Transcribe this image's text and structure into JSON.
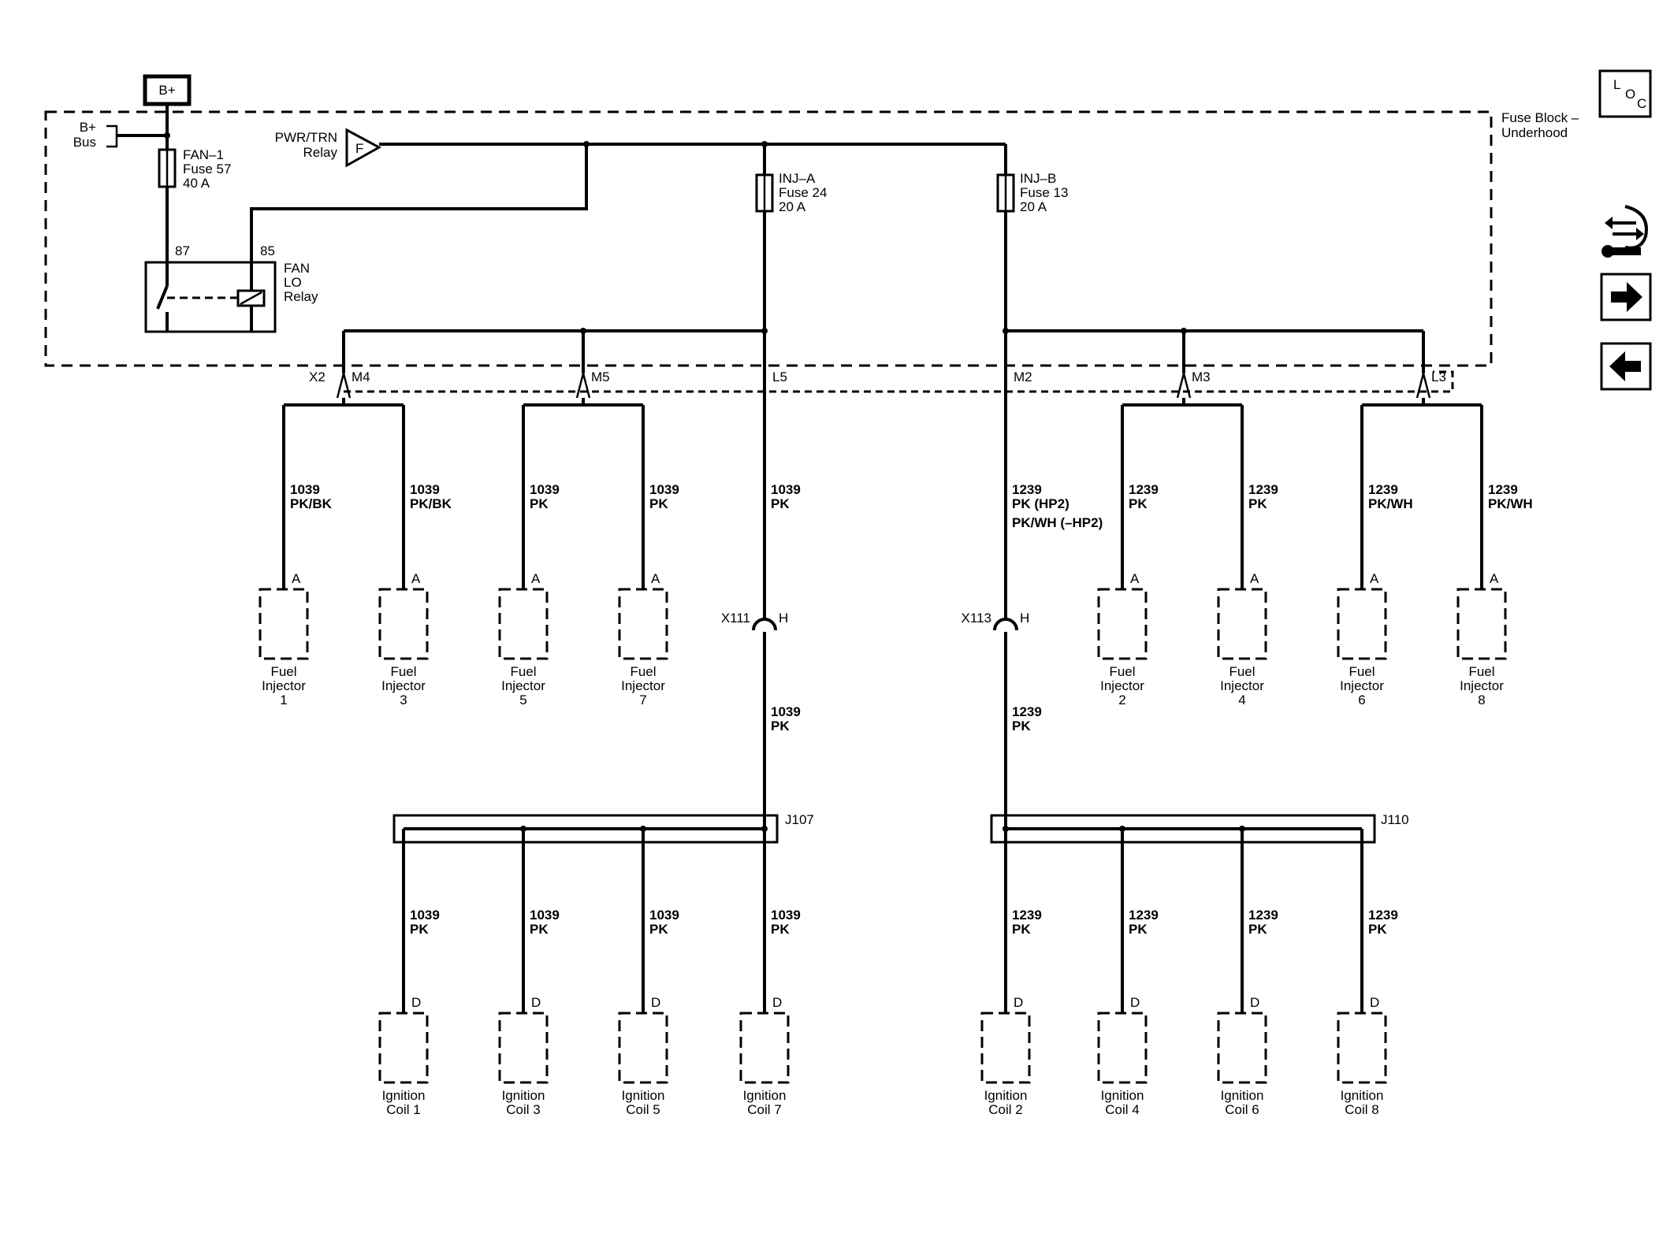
{
  "power_label": "B+",
  "fuse_block": {
    "line1": "Fuse Block –",
    "line2": "Underhood"
  },
  "bplus_bus": {
    "line1": "B+",
    "line2": "Bus"
  },
  "fuses": [
    {
      "line1": "FAN–1",
      "line2": "Fuse 57",
      "line3": "40 A"
    },
    {
      "line1": "INJ–A",
      "line2": "Fuse 24",
      "line3": "20 A"
    },
    {
      "line1": "INJ–B",
      "line2": "Fuse 13",
      "line3": "20 A"
    }
  ],
  "pwr_relay": {
    "line1": "PWR/TRN",
    "line2": "Relay",
    "symbol": "F"
  },
  "fan_relay": {
    "line1": "FAN",
    "line2": "LO",
    "line3": "Relay",
    "pin_87": "87",
    "pin_85": "85"
  },
  "connector_x2": "X2",
  "pins": [
    "M4",
    "M5",
    "L5",
    "M2",
    "M3",
    "L3"
  ],
  "wires_injector": [
    {
      "circuit": "1039",
      "color": "PK/BK"
    },
    {
      "circuit": "1039",
      "color": "PK/BK"
    },
    {
      "circuit": "1039",
      "color": "PK"
    },
    {
      "circuit": "1039",
      "color": "PK"
    },
    {
      "circuit": "1039",
      "color": "PK"
    },
    {
      "circuit": "1239",
      "color": "PK (HP2)",
      "color2": "PK/WH (–HP2)"
    },
    {
      "circuit": "1239",
      "color": "PK"
    },
    {
      "circuit": "1239",
      "color": "PK"
    },
    {
      "circuit": "1239",
      "color": "PK/WH"
    },
    {
      "circuit": "1239",
      "color": "PK/WH"
    }
  ],
  "injector_pin": "A",
  "injector_word1": "Fuel",
  "injector_word2": "Injector",
  "injectors": [
    "1",
    "3",
    "5",
    "7",
    "2",
    "4",
    "6",
    "8"
  ],
  "inline_connectors": [
    {
      "name": "X111",
      "pin": "H"
    },
    {
      "name": "X113",
      "pin": "H"
    }
  ],
  "mid_wires": [
    {
      "circuit": "1039",
      "color": "PK"
    },
    {
      "circuit": "1239",
      "color": "PK"
    }
  ],
  "splices": [
    "J107",
    "J110"
  ],
  "coil_wires": [
    {
      "circuit": "1039",
      "color": "PK"
    },
    {
      "circuit": "1039",
      "color": "PK"
    },
    {
      "circuit": "1039",
      "color": "PK"
    },
    {
      "circuit": "1039",
      "color": "PK"
    },
    {
      "circuit": "1239",
      "color": "PK"
    },
    {
      "circuit": "1239",
      "color": "PK"
    },
    {
      "circuit": "1239",
      "color": "PK"
    },
    {
      "circuit": "1239",
      "color": "PK"
    }
  ],
  "coil_pin": "D",
  "coil_word1": "Ignition",
  "coils": [
    "Coil 1",
    "Coil 3",
    "Coil 5",
    "Coil 7",
    "Coil 2",
    "Coil 4",
    "Coil 6",
    "Coil 8"
  ],
  "nav": {
    "loc": {
      "l": "L",
      "o": "O",
      "c": "C"
    },
    "icons": [
      "component-locator-icon",
      "arrow-right-icon",
      "arrow-left-icon"
    ]
  }
}
